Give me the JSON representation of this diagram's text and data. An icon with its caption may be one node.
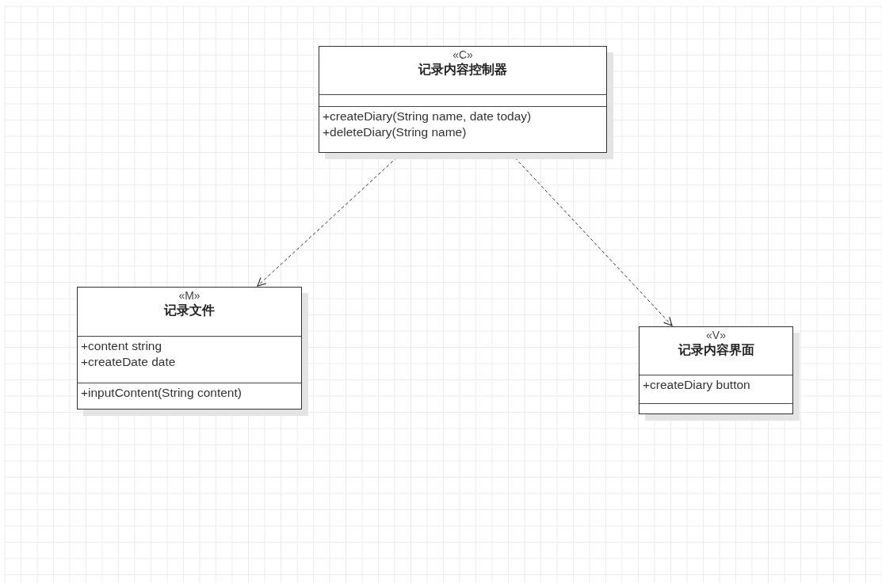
{
  "diagram": {
    "nodes": [
      {
        "text": [
          "«C»",
          "记录内容控制器",
          "+createDiary(String name, date today)",
          "+deleteDiary(String name)"
        ]
      },
      {
        "text": [
          "«M»",
          "记录文件",
          "+content  string",
          "+createDate  date",
          "+inputContent(String content)"
        ]
      },
      {
        "text": [
          "«V»",
          "记录内容界面",
          "+createDiary button"
        ]
      }
    ],
    "edges": [
      {
        "from": 0,
        "to": 1,
        "arrow": "to",
        "style": "dashed"
      },
      {
        "from": 0,
        "to": 2,
        "arrow": "to",
        "style": "dashed"
      }
    ]
  }
}
